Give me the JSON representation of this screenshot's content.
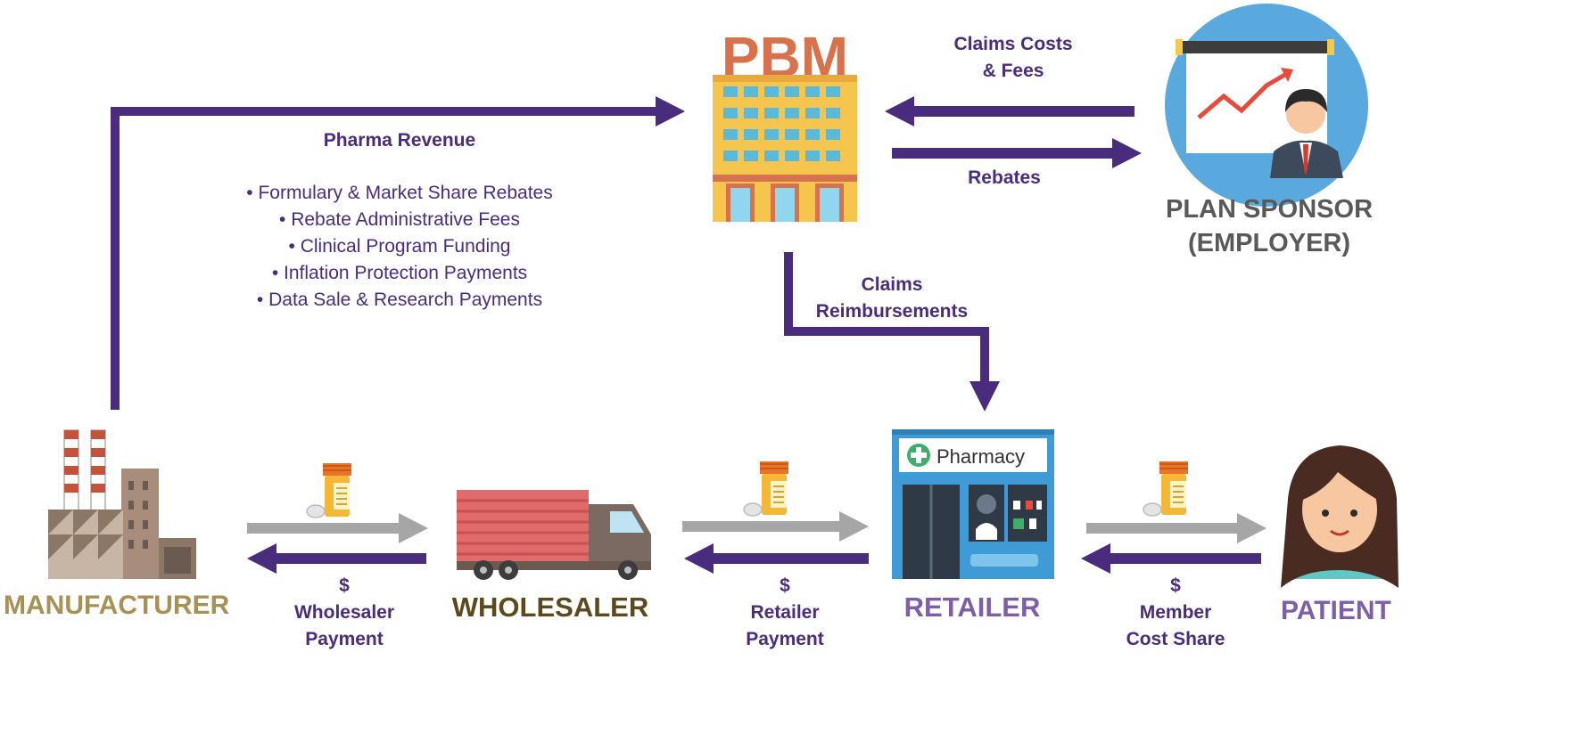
{
  "entities": {
    "pbm_logo": "PBM",
    "plan_sponsor_line1": "PLAN SPONSOR",
    "plan_sponsor_line2": "(EMPLOYER)",
    "manufacturer": "MANUFACTURER",
    "wholesaler": "WHOLESALER",
    "retailer": "RETAILER",
    "patient": "PATIENT",
    "pharmacy_sign": "Pharmacy"
  },
  "flows": {
    "pharma_revenue_title": "Pharma Revenue",
    "pharma_revenue_items": [
      "Formulary & Market Share Rebates",
      "Rebate Administrative Fees",
      "Clinical Program Funding",
      "Inflation Protection Payments",
      "Data Sale & Research Payments"
    ],
    "claims_costs_line1": "Claims Costs",
    "claims_costs_line2": "& Fees",
    "rebates": "Rebates",
    "claims_reimb_line1": "Claims",
    "claims_reimb_line2": "Reimbursements",
    "wholesaler_payment": [
      "$",
      "Wholesaler",
      "Payment"
    ],
    "retailer_payment": [
      "$",
      "Retailer",
      "Payment"
    ],
    "member_cost_share": [
      "$",
      "Member",
      "Cost Share"
    ]
  },
  "colors": {
    "flow_purple": "#4a2c7f",
    "product_gray": "#a6a6a6",
    "manufacturer_text": "#a89155",
    "wholesaler_text": "#5c4a1e",
    "retailer_text": "#7d5fa8",
    "patient_text": "#7d5fa8",
    "plan_sponsor_text": "#595959"
  }
}
